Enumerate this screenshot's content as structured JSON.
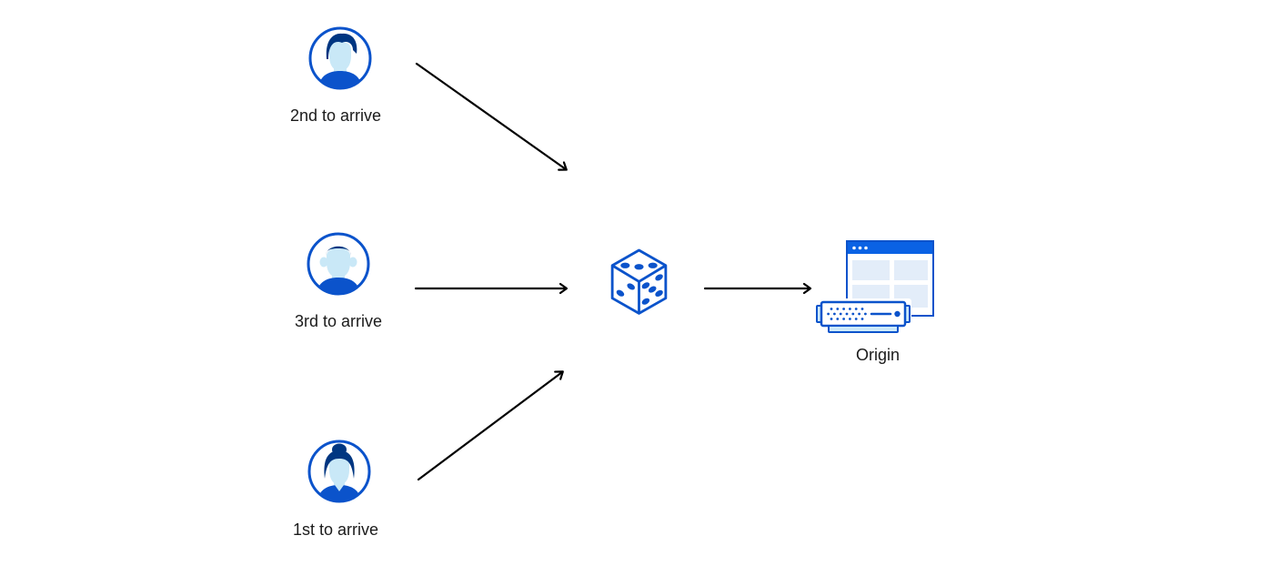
{
  "diagram": {
    "background": "#ffffff",
    "colors": {
      "accent_blue": "#0a62e4",
      "stroke_blue": "#0b53cb",
      "dark_navy": "#003681",
      "face_blue": "#c9e8f7",
      "light_blue": "#cdeafa",
      "panel_blue": "#e3edf9",
      "arrow": "#000000",
      "text": "#1b1b1b"
    },
    "users": [
      {
        "id": "second",
        "label": "2nd to arrive",
        "icon": "male-avatar"
      },
      {
        "id": "third",
        "label": "3rd to arrive",
        "icon": "male-short-hair-avatar"
      },
      {
        "id": "first",
        "label": "1st to arrive",
        "icon": "female-avatar"
      }
    ],
    "dice": {
      "icon": "dice"
    },
    "origin": {
      "label": "Origin",
      "icon": "origin-server"
    },
    "edges": [
      {
        "from": "user-second",
        "to": "dice"
      },
      {
        "from": "user-third",
        "to": "dice"
      },
      {
        "from": "user-first",
        "to": "dice"
      },
      {
        "from": "dice",
        "to": "origin"
      }
    ]
  }
}
